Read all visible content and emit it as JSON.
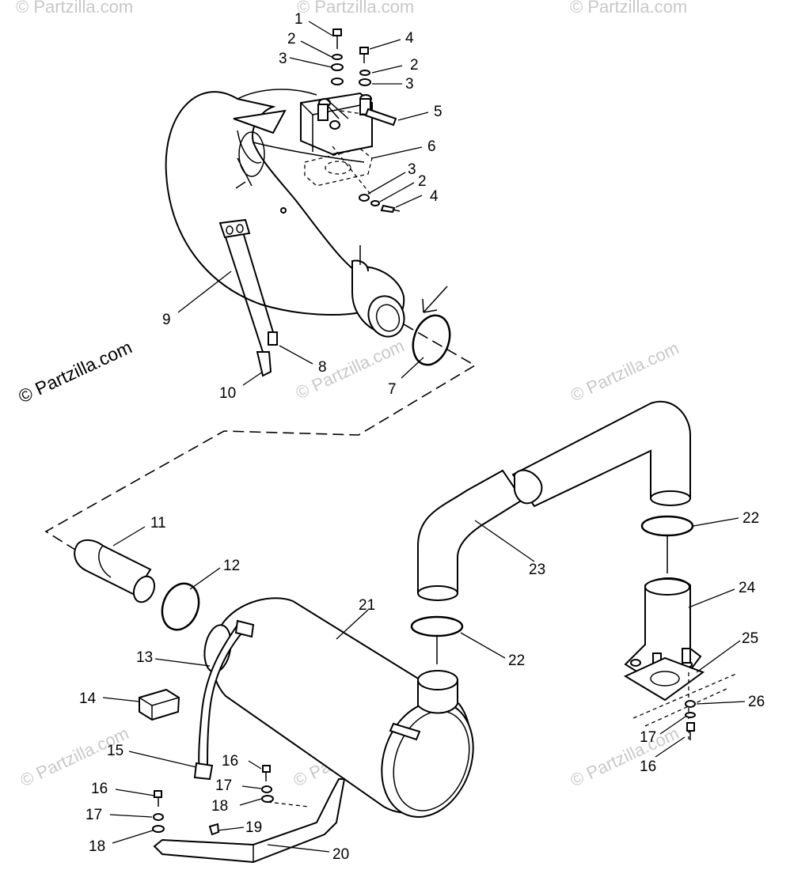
{
  "watermark": "© Partzilla.com",
  "callouts": [
    {
      "id": "c1",
      "label": "1"
    },
    {
      "id": "c2a",
      "label": "2"
    },
    {
      "id": "c3a",
      "label": "3"
    },
    {
      "id": "c4a",
      "label": "4"
    },
    {
      "id": "c2b",
      "label": "2"
    },
    {
      "id": "c3b",
      "label": "3"
    },
    {
      "id": "c5",
      "label": "5"
    },
    {
      "id": "c6",
      "label": "6"
    },
    {
      "id": "c3c",
      "label": "3"
    },
    {
      "id": "c2c",
      "label": "2"
    },
    {
      "id": "c4b",
      "label": "4"
    },
    {
      "id": "c9",
      "label": "9"
    },
    {
      "id": "c8",
      "label": "8"
    },
    {
      "id": "c10",
      "label": "10"
    },
    {
      "id": "c7",
      "label": "7"
    },
    {
      "id": "c11",
      "label": "11"
    },
    {
      "id": "c12",
      "label": "12"
    },
    {
      "id": "c21",
      "label": "21"
    },
    {
      "id": "c13",
      "label": "13"
    },
    {
      "id": "c14",
      "label": "14"
    },
    {
      "id": "c15",
      "label": "15"
    },
    {
      "id": "c16a",
      "label": "16"
    },
    {
      "id": "c17a",
      "label": "17"
    },
    {
      "id": "c18a",
      "label": "18"
    },
    {
      "id": "c16b",
      "label": "16"
    },
    {
      "id": "c17b",
      "label": "17"
    },
    {
      "id": "c18b",
      "label": "18"
    },
    {
      "id": "c19",
      "label": "19"
    },
    {
      "id": "c20",
      "label": "20"
    },
    {
      "id": "c22a",
      "label": "22"
    },
    {
      "id": "c23",
      "label": "23"
    },
    {
      "id": "c22b",
      "label": "22"
    },
    {
      "id": "c24",
      "label": "24"
    },
    {
      "id": "c25",
      "label": "25"
    },
    {
      "id": "c26",
      "label": "26"
    },
    {
      "id": "c17c",
      "label": "17"
    },
    {
      "id": "c16c",
      "label": "16"
    }
  ]
}
